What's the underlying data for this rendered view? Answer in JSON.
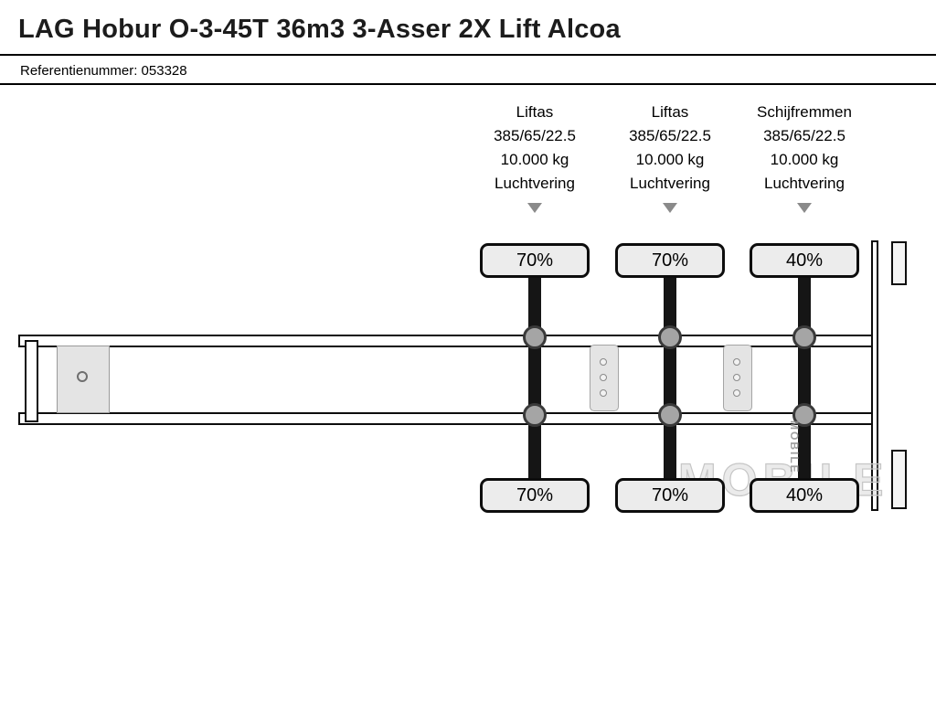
{
  "header": {
    "title": "LAG Hobur O-3-45T 36m3 3-Asser 2X Lift Alcoa",
    "reference": "Referentienummer: 053328"
  },
  "diagram": {
    "axles": [
      {
        "specs": [
          "Liftas",
          "385/65/22.5",
          "10.000 kg",
          "Luchtvering"
        ],
        "top_load": "70%",
        "bottom_load": "70%"
      },
      {
        "specs": [
          "Liftas",
          "385/65/22.5",
          "10.000 kg",
          "Luchtvering"
        ],
        "top_load": "70%",
        "bottom_load": "70%"
      },
      {
        "specs": [
          "Schijfremmen",
          "385/65/22.5",
          "10.000 kg",
          "Luchtvering"
        ],
        "top_load": "40%",
        "bottom_load": "40%"
      }
    ],
    "watermark": "MOBILE"
  }
}
